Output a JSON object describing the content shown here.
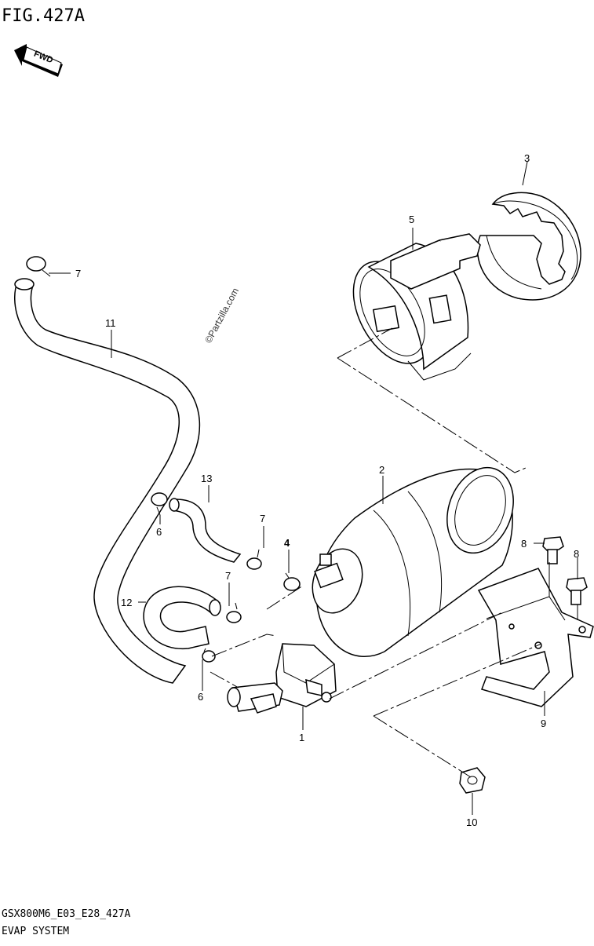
{
  "figure": {
    "title": "FIG.427A",
    "fwd": "FWD",
    "watermark": "©Partzilla.com",
    "footer_model": "GSX800M6_E03_E28_427A",
    "footer_name": "EVAP SYSTEM"
  },
  "parts": [
    {
      "id": "p1",
      "label": "1"
    },
    {
      "id": "p2",
      "label": "2"
    },
    {
      "id": "p3",
      "label": "3"
    },
    {
      "id": "p4",
      "label": "4"
    },
    {
      "id": "p5",
      "label": "5"
    },
    {
      "id": "p6a",
      "label": "6"
    },
    {
      "id": "p6b",
      "label": "6"
    },
    {
      "id": "p7a",
      "label": "7"
    },
    {
      "id": "p7b",
      "label": "7"
    },
    {
      "id": "p7c",
      "label": "7"
    },
    {
      "id": "p8a",
      "label": "8"
    },
    {
      "id": "p8b",
      "label": "8"
    },
    {
      "id": "p9",
      "label": "9"
    },
    {
      "id": "p10",
      "label": "10"
    },
    {
      "id": "p11",
      "label": "11"
    },
    {
      "id": "p12",
      "label": "12"
    },
    {
      "id": "p13",
      "label": "13"
    }
  ]
}
